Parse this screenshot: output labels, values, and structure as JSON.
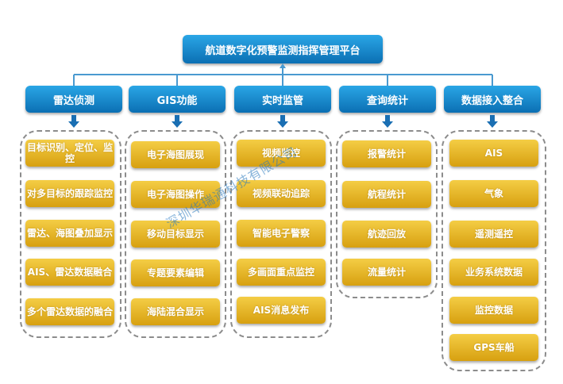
{
  "root": {
    "label": "航道数字化预警监测指挥管理平台"
  },
  "categories": [
    {
      "label": "雷达侦测",
      "items": [
        "目标识别、定位、监控",
        "对多目标的跟踪监控",
        "雷达、海图叠加显示",
        "AIS、雷达数据融合",
        "多个雷达数据的融合"
      ]
    },
    {
      "label": "GIS功能",
      "items": [
        "电子海图展现",
        "电子海图操作",
        "移动目标显示",
        "专题要素编辑",
        "海陆混合显示"
      ]
    },
    {
      "label": "实时监管",
      "items": [
        "视频监控",
        "视频联动追踪",
        "智能电子警察",
        "多画面重点监控",
        "AIS消息发布"
      ]
    },
    {
      "label": "查询统计",
      "items": [
        "报警统计",
        "航程统计",
        "航迹回放",
        "流量统计"
      ]
    },
    {
      "label": "数据接入整合",
      "items": [
        "AIS",
        "气象",
        "遥测遥控",
        "业务系统数据",
        "监控数据",
        "GPS车船"
      ]
    }
  ],
  "watermark": "深圳华瑞通科技有限公司",
  "colors": {
    "header_blue": "#1a8fd6",
    "item_gold": "#e6b521",
    "connector": "#4a9ad0"
  }
}
